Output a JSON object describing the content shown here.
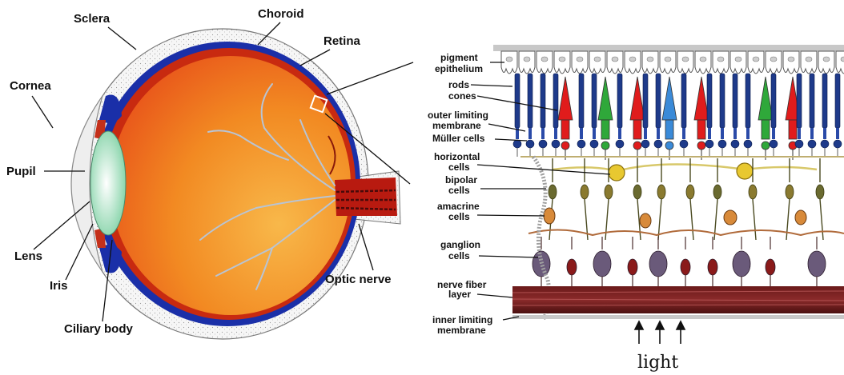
{
  "eye_labels": {
    "sclera": "Sclera",
    "choroid": "Choroid",
    "retina": "Retina",
    "cornea": "Cornea",
    "pupil": "Pupil",
    "lens": "Lens",
    "iris": "Iris",
    "ciliary_body": "Ciliary body",
    "optic_nerve": "Optic nerve"
  },
  "retina_labels": {
    "pigment_1": "pigment",
    "pigment_2": "epithelium",
    "rods": "rods",
    "cones": "cones",
    "olm_1": "outer limiting",
    "olm_2": "membrane",
    "muller": "Müller cells",
    "horizontal_1": "horizontal",
    "horizontal_2": "cells",
    "bipolar_1": "bipolar",
    "bipolar_2": "cells",
    "amacrine_1": "amacrine",
    "amacrine_2": "cells",
    "ganglion_1": "ganglion",
    "ganglion_2": "cells",
    "nfl_1": "nerve fiber",
    "nfl_2": "layer",
    "ilm_1": "inner limiting",
    "ilm_2": "membrane",
    "light": "light"
  },
  "colors": {
    "sclera": "#f4f4f4",
    "choroid": "#1a2fa8",
    "vitreous": "#f07a1a",
    "lens": "#a8e0c0",
    "rod": "#1e3a8a",
    "cone_red": "#e01c1c",
    "cone_green": "#2fa83a",
    "cone_blue": "#3a8ad8",
    "nerve_fiber": "#5a1a1a"
  },
  "cone_sequence": [
    "red",
    "green",
    "red",
    "blue",
    "red",
    "green",
    "red"
  ]
}
